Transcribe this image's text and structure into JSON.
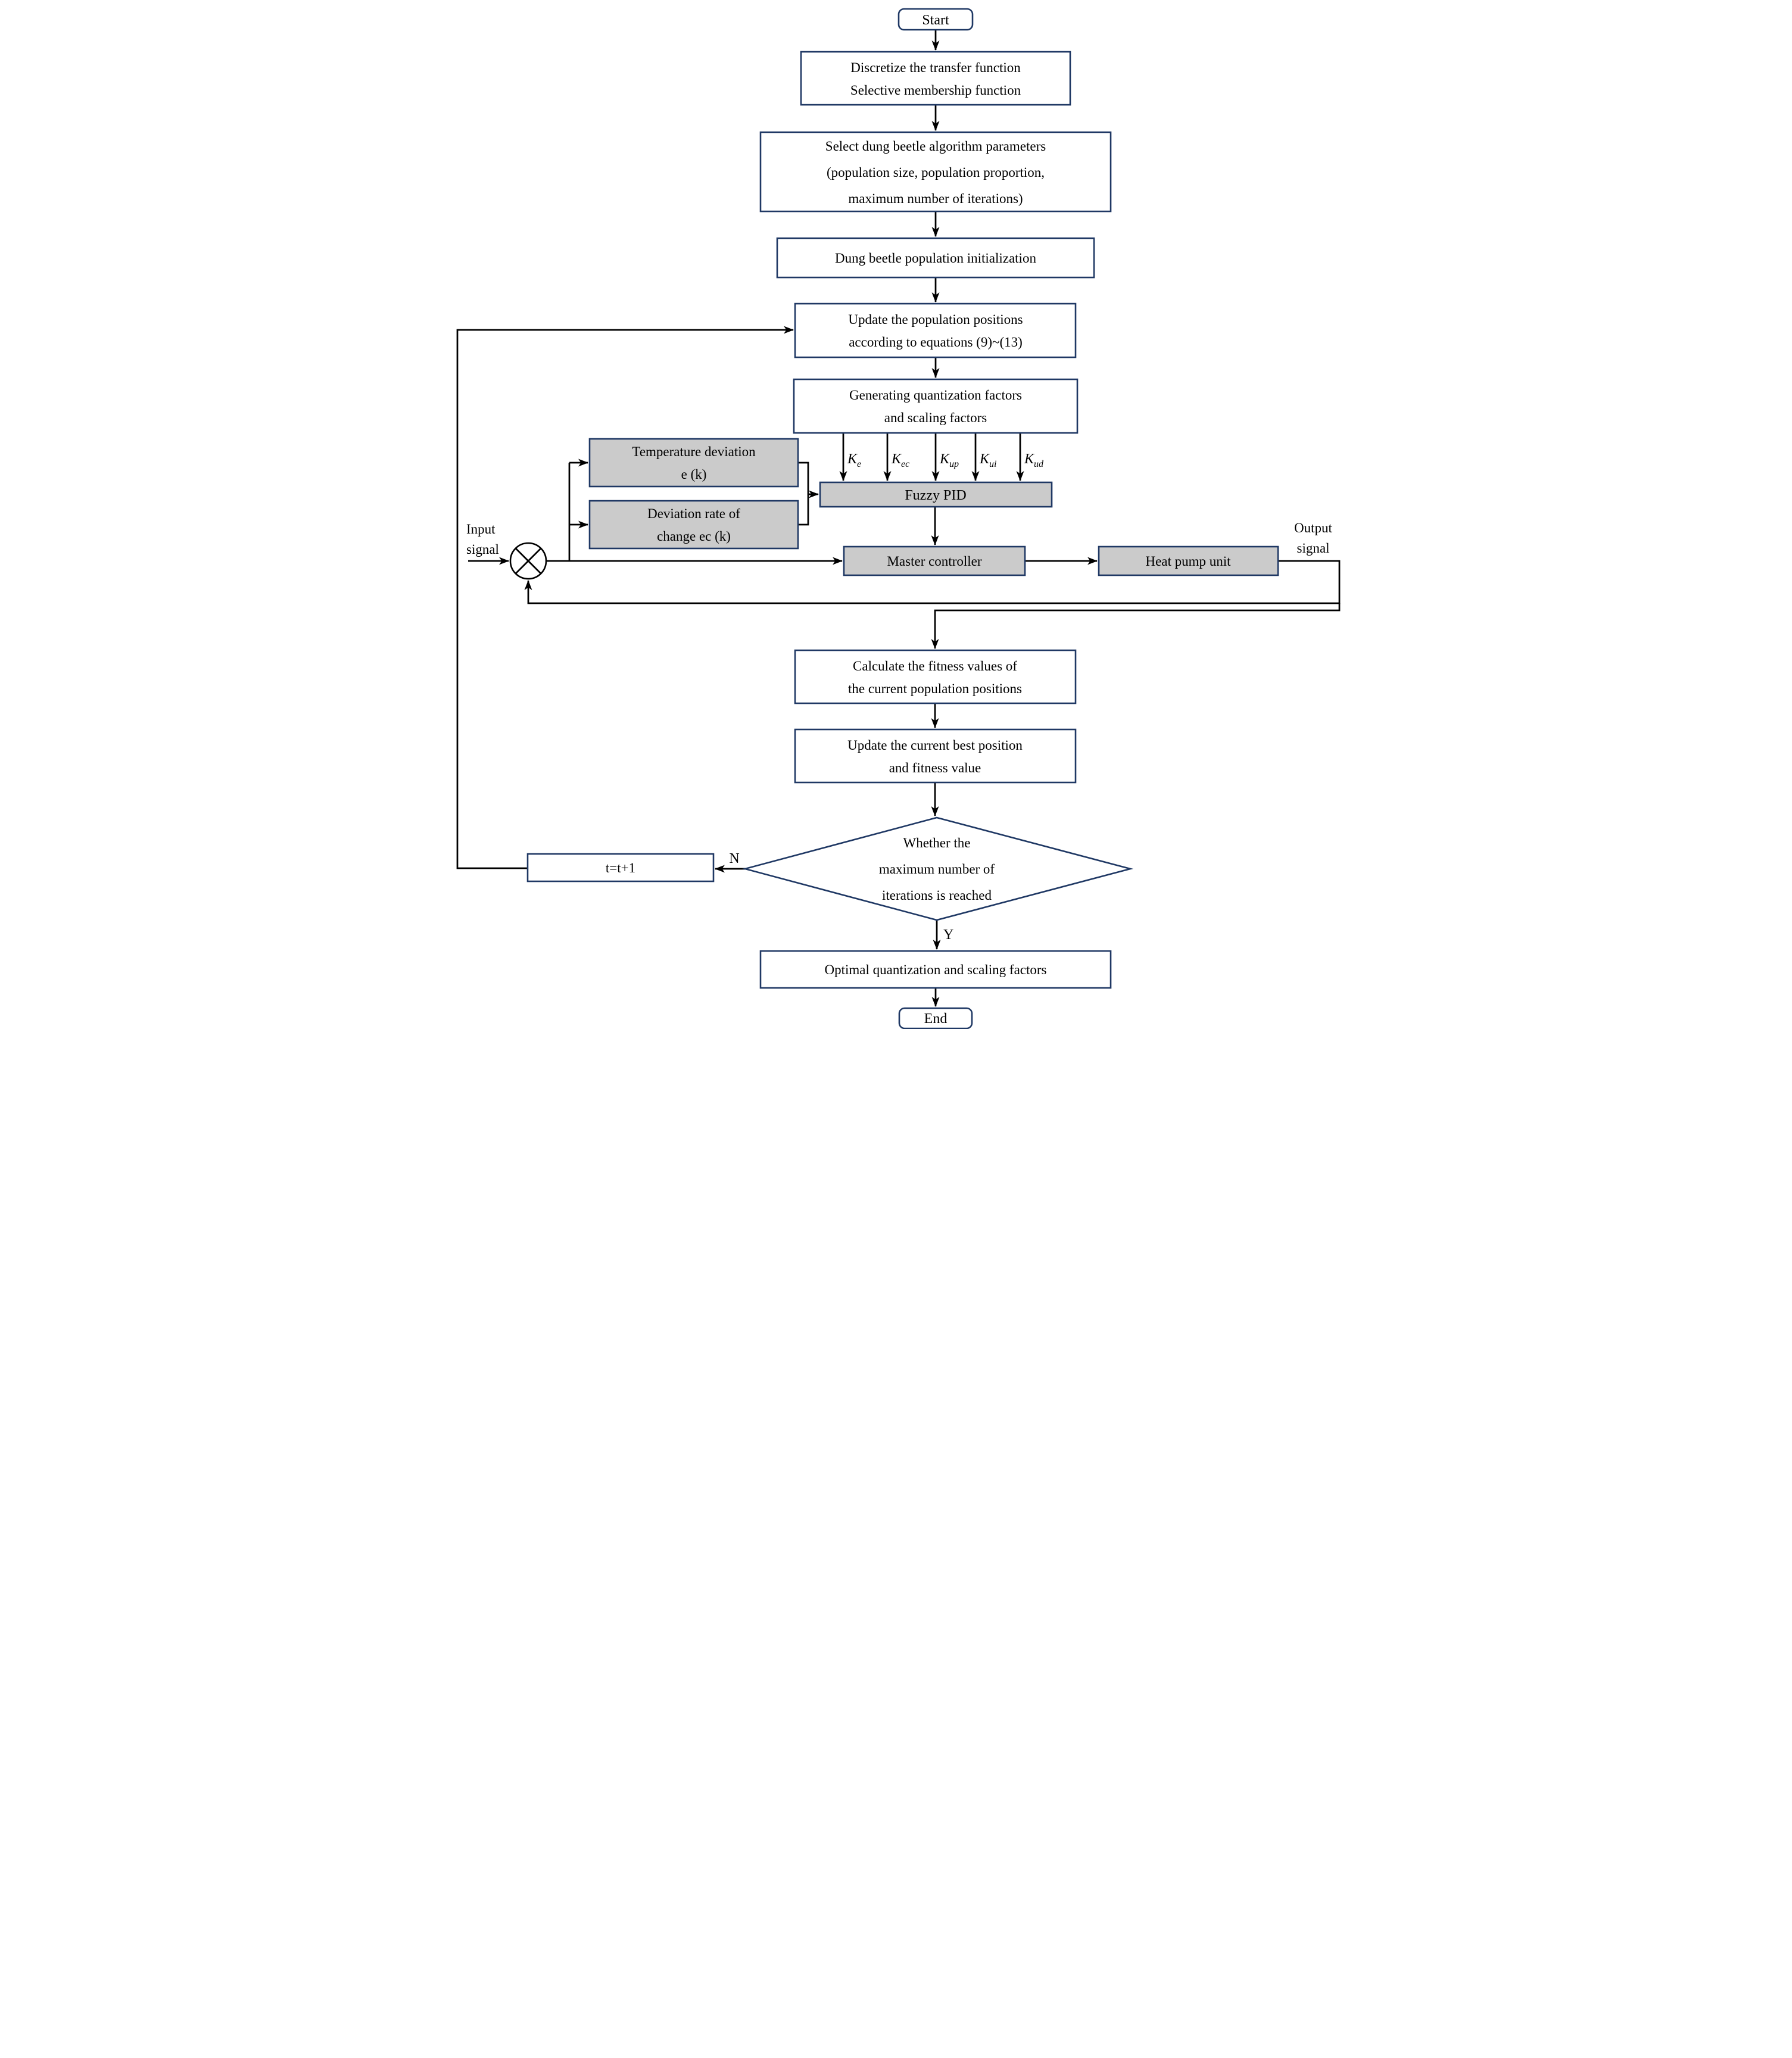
{
  "nodes": {
    "start": {
      "label": "Start"
    },
    "discretize": {
      "lines": [
        "Discretize the transfer function",
        "Selective membership function"
      ]
    },
    "select_params": {
      "lines": [
        "Select dung beetle algorithm parameters",
        "(population size, population proportion,",
        "maximum number of iterations)"
      ]
    },
    "init_population": {
      "label": "Dung beetle population initialization"
    },
    "update_positions": {
      "lines": [
        "Update the population positions",
        "according to equations (9)~(13)"
      ]
    },
    "generate_factors": {
      "lines": [
        "Generating quantization factors",
        "and scaling factors"
      ]
    },
    "fuzzy_pid": {
      "label": "Fuzzy PID"
    },
    "temp_deviation": {
      "lines": [
        "Temperature deviation",
        "e (k)"
      ]
    },
    "deviation_rate": {
      "lines": [
        "Deviation rate of",
        "change ec (k)"
      ]
    },
    "master_controller": {
      "label": "Master controller"
    },
    "heat_pump": {
      "label": "Heat pump unit"
    },
    "calc_fitness": {
      "lines": [
        "Calculate the fitness values of",
        "the current population positions"
      ]
    },
    "update_best": {
      "lines": [
        "Update the current best position",
        "and fitness value"
      ]
    },
    "decision": {
      "lines": [
        "Whether the",
        "maximum number of",
        "iterations is reached"
      ]
    },
    "increment": {
      "label": "t=t+1"
    },
    "optimal": {
      "label": "Optimal quantization and scaling factors"
    },
    "end": {
      "label": "End"
    }
  },
  "labels": {
    "input": {
      "lines": [
        "Input",
        "signal"
      ]
    },
    "output": {
      "lines": [
        "Output",
        "signal"
      ]
    },
    "no": "N",
    "yes": "Y",
    "k_factors": [
      {
        "main": "K",
        "sub": "e"
      },
      {
        "main": "K",
        "sub": "ec"
      },
      {
        "main": "K",
        "sub": "up"
      },
      {
        "main": "K",
        "sub": "ui"
      },
      {
        "main": "K",
        "sub": "ud"
      }
    ]
  },
  "colors": {
    "box_border": "#1F3864",
    "gray_fill": "#CBCBCB",
    "line": "#000000",
    "background": "#FFFFFF",
    "text": "#000000"
  }
}
